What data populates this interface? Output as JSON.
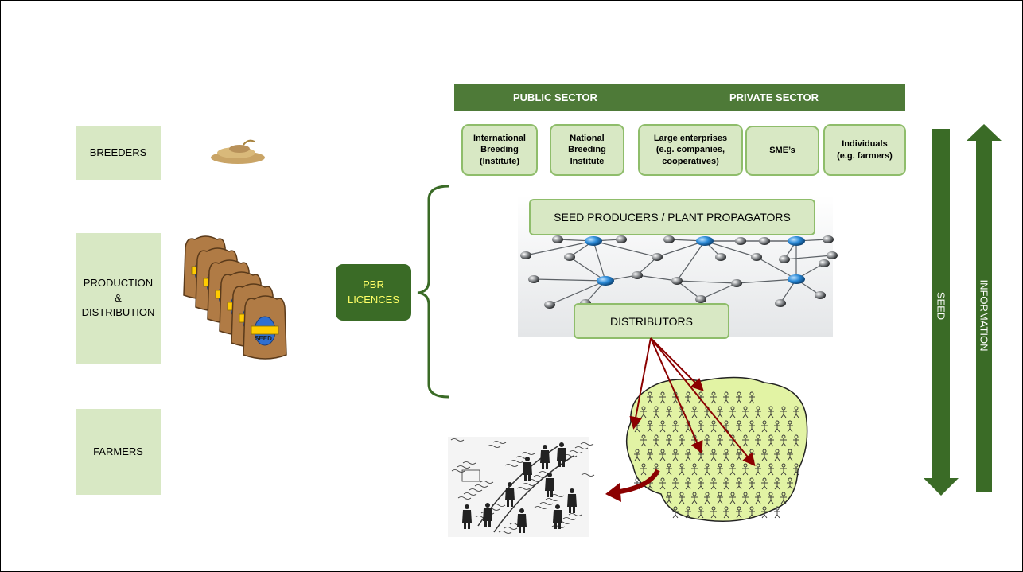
{
  "left_labels": {
    "breeders": "BREEDERS",
    "production": "PRODUCTION\n&\nDISTRIBUTION",
    "farmers": "FARMERS"
  },
  "header": {
    "public": "PUBLIC SECTOR",
    "private": "PRIVATE SECTOR"
  },
  "breeder_types": [
    "International\nBreeding\n(Institute)",
    "National\nBreeding\nInstitute",
    "Large enterprises\n(e.g. companies,\ncooperatives)",
    "SME’s",
    "Individuals\n(e.g. farmers)"
  ],
  "seed_producers": "SEED PRODUCERS / PLANT PROPAGATORS",
  "distributors": "DISTRIBUTORS",
  "pbr": "PBR\nLICENCES",
  "arrows": {
    "seed": "SEED",
    "information": "INFORMATION"
  },
  "seed_bag_label": "SEED",
  "colors": {
    "dark_green": "#3a6b26",
    "header_green": "#4e7a38",
    "light_green": "#d8e8c4",
    "map_fill": "#e2f3a4",
    "arrow_red": "#8b0000"
  }
}
